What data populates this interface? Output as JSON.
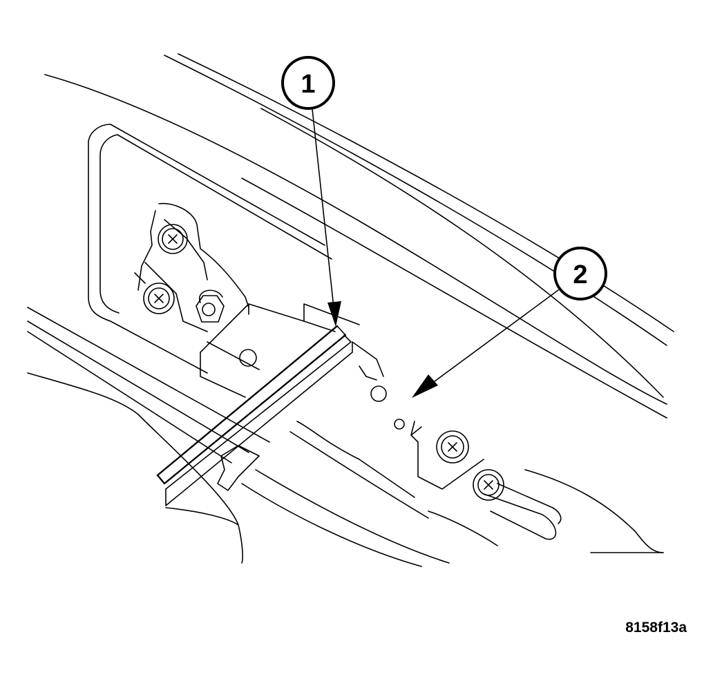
{
  "figure_id": "8158f13a",
  "callouts": [
    {
      "label": "1"
    },
    {
      "label": "2"
    }
  ],
  "colors": {
    "line": "#000000",
    "background": "#ffffff"
  },
  "icons": [
    "phillips-screw-icon",
    "hex-bolt-icon",
    "arrow-icon"
  ]
}
